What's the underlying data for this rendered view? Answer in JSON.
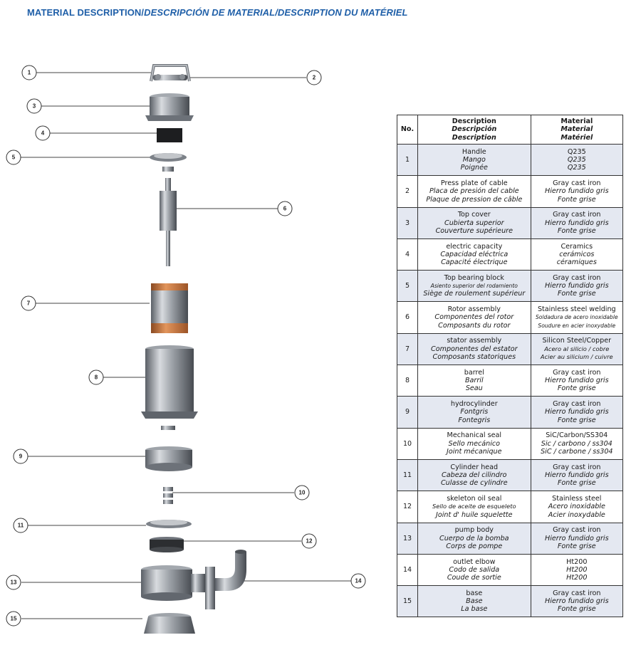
{
  "title": {
    "part1": "MATERIAL DESCRIPTION/",
    "part2": "DESCRIPCIÓN DE MATERIAL/DESCRIPTION DU MATÉRIEL"
  },
  "colors": {
    "title": "#1f5fa8",
    "row_shade": "#e4e8f1",
    "copper": "#c8743d"
  },
  "callouts": [
    "1",
    "2",
    "3",
    "4",
    "5",
    "6",
    "7",
    "8",
    "9",
    "10",
    "11",
    "12",
    "13",
    "14",
    "15"
  ],
  "table": {
    "header": {
      "no": "No.",
      "desc_en": "Description",
      "desc_es": "Descripción",
      "desc_fr": "Description",
      "mat_en": "Material",
      "mat_es": "Material",
      "mat_fr": "Matériel"
    },
    "rows": [
      {
        "no": "1",
        "d1": "Handle",
        "d2": "Mango",
        "d3": "Poignée",
        "m1": "Q235",
        "m2": "Q235",
        "m3": "Q235"
      },
      {
        "no": "2",
        "d1": "Press plate of cable",
        "d2": "Placa de presión del cable",
        "d3": "Plaque de pression de câble",
        "m1": "Gray cast iron",
        "m2": "Hierro fundido gris",
        "m3": "Fonte grise"
      },
      {
        "no": "3",
        "d1": "Top cover",
        "d2": "Cubierta superior",
        "d3": "Couverture supérieure",
        "m1": "Gray cast iron",
        "m2": "Hierro fundido gris",
        "m3": "Fonte grise"
      },
      {
        "no": "4",
        "d1": "electric capacity",
        "d2": "Capacidad eléctrica",
        "d3": "Capacité électrique",
        "m1": "Ceramics",
        "m2": "cerámicos",
        "m3": "céramiques"
      },
      {
        "no": "5",
        "d1": "Top bearing block",
        "d2": "Asiento superior del rodamiento",
        "d3": "Siège de roulement supérieur",
        "m1": "Gray cast iron",
        "m2": "Hierro fundido gris",
        "m3": "Fonte grise"
      },
      {
        "no": "6",
        "d1": "Rotor assembly",
        "d2": "Componentes del rotor",
        "d3": "Composants du rotor",
        "m1": "Stainless steel welding",
        "m2": "Soldadura de acero inoxidable",
        "m3": "Soudure en acier inoxydable"
      },
      {
        "no": "7",
        "d1": "stator assembly",
        "d2": "Componentes del estator",
        "d3": "Composants statoriques",
        "m1": "Silicon Steel/Copper",
        "m2": "Acero al silicio / cobre",
        "m3": "Acier au silicium / cuivre"
      },
      {
        "no": "8",
        "d1": "barrel",
        "d2": "Barril",
        "d3": "Seau",
        "m1": "Gray cast iron",
        "m2": "Hierro fundido gris",
        "m3": "Fonte grise"
      },
      {
        "no": "9",
        "d1": "hydrocylinder",
        "d2": "Fontgris",
        "d3": "Fontegris",
        "m1": "Gray cast iron",
        "m2": "Hierro fundido gris",
        "m3": "Fonte grise"
      },
      {
        "no": "10",
        "d1": "Mechanical seal",
        "d2": "Sello mecánico",
        "d3": "Joint mécanique",
        "m1": "SiC/Carbon/SS304",
        "m2": "Sic / carbono / ss304",
        "m3": "SiC / carbone / ss304"
      },
      {
        "no": "11",
        "d1": "Cylinder head",
        "d2": "Cabeza del cilindro",
        "d3": "Culasse de cylindre",
        "m1": "Gray cast iron",
        "m2": "Hierro fundido gris",
        "m3": "Fonte grise"
      },
      {
        "no": "12",
        "d1": "skeleton oil seal",
        "d2": "Sello de aceite de esqueleto",
        "d3": "Joint d' huile squelette",
        "m1": "Stainless steel",
        "m2": "Acero inoxidable",
        "m3": "Acier inoxydable"
      },
      {
        "no": "13",
        "d1": "pump body",
        "d2": "Cuerpo de la bomba",
        "d3": "Corps de pompe",
        "m1": "Gray cast iron",
        "m2": "Hierro fundido gris",
        "m3": "Fonte grise"
      },
      {
        "no": "14",
        "d1": "outlet elbow",
        "d2": "Codo de salida",
        "d3": "Coude de sortie",
        "m1": "Ht200",
        "m2": "Ht200",
        "m3": "Ht200"
      },
      {
        "no": "15",
        "d1": "base",
        "d2": "Base",
        "d3": "La base",
        "m1": "Gray cast iron",
        "m2": "Hierro fundido gris",
        "m3": "Fonte grise"
      }
    ]
  }
}
